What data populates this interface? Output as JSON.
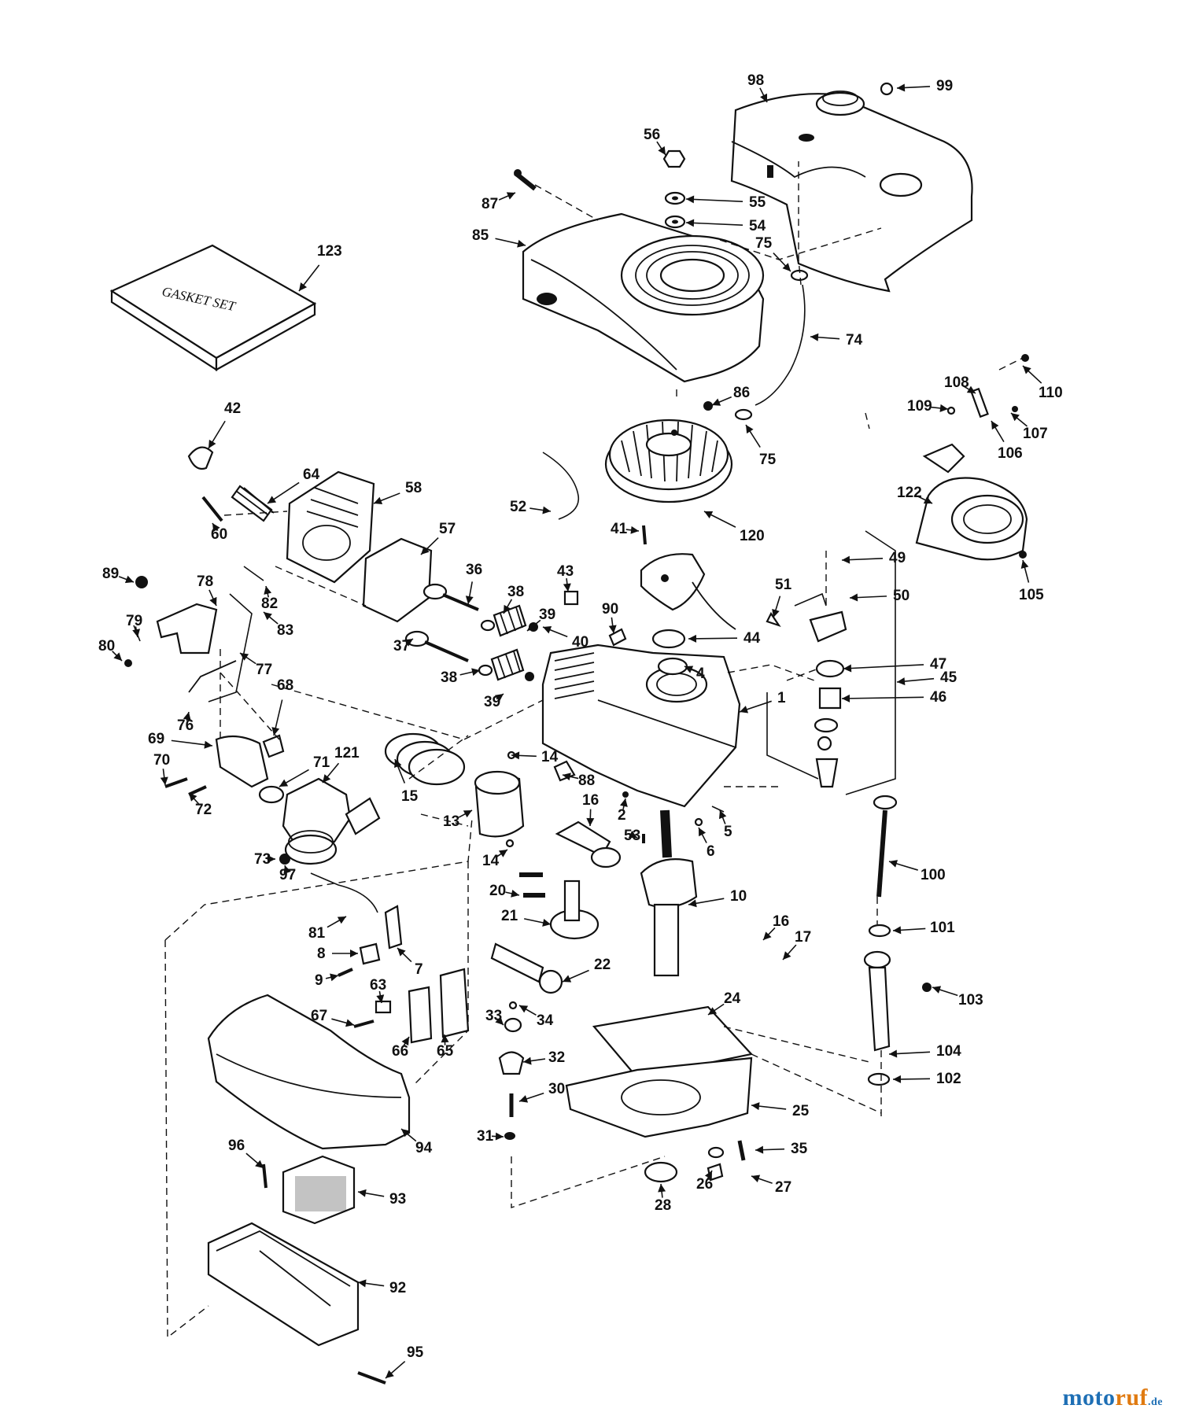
{
  "gasket_set_text": "GASKET SET",
  "watermark": {
    "part1": "moto",
    "part2": "ruf",
    "part3": ".de"
  },
  "labels": [
    {
      "id": "98",
      "text": "98"
    },
    {
      "id": "99",
      "text": "99"
    },
    {
      "id": "56",
      "text": "56"
    },
    {
      "id": "55",
      "text": "55"
    },
    {
      "id": "54",
      "text": "54"
    },
    {
      "id": "87",
      "text": "87"
    },
    {
      "id": "85",
      "text": "85"
    },
    {
      "id": "75a",
      "text": "75"
    },
    {
      "id": "123",
      "text": "123"
    },
    {
      "id": "74",
      "text": "74"
    },
    {
      "id": "86",
      "text": "86"
    },
    {
      "id": "75b",
      "text": "75"
    },
    {
      "id": "110",
      "text": "110"
    },
    {
      "id": "108",
      "text": "108"
    },
    {
      "id": "109",
      "text": "109"
    },
    {
      "id": "107",
      "text": "107"
    },
    {
      "id": "106",
      "text": "106"
    },
    {
      "id": "42",
      "text": "42"
    },
    {
      "id": "64",
      "text": "64"
    },
    {
      "id": "58",
      "text": "58"
    },
    {
      "id": "52",
      "text": "52"
    },
    {
      "id": "41",
      "text": "41"
    },
    {
      "id": "120",
      "text": "120"
    },
    {
      "id": "122",
      "text": "122"
    },
    {
      "id": "60",
      "text": "60"
    },
    {
      "id": "57",
      "text": "57"
    },
    {
      "id": "49",
      "text": "49"
    },
    {
      "id": "105",
      "text": "105"
    },
    {
      "id": "89",
      "text": "89"
    },
    {
      "id": "36",
      "text": "36"
    },
    {
      "id": "43",
      "text": "43"
    },
    {
      "id": "51",
      "text": "51"
    },
    {
      "id": "50",
      "text": "50"
    },
    {
      "id": "78",
      "text": "78"
    },
    {
      "id": "82",
      "text": "82"
    },
    {
      "id": "83",
      "text": "83"
    },
    {
      "id": "38a",
      "text": "38"
    },
    {
      "id": "90",
      "text": "90"
    },
    {
      "id": "79",
      "text": "79"
    },
    {
      "id": "39a",
      "text": "39"
    },
    {
      "id": "80",
      "text": "80"
    },
    {
      "id": "37",
      "text": "37"
    },
    {
      "id": "40",
      "text": "40"
    },
    {
      "id": "44",
      "text": "44"
    },
    {
      "id": "77",
      "text": "77"
    },
    {
      "id": "4",
      "text": "4"
    },
    {
      "id": "47",
      "text": "47"
    },
    {
      "id": "38b",
      "text": "38"
    },
    {
      "id": "45",
      "text": "45"
    },
    {
      "id": "68",
      "text": "68"
    },
    {
      "id": "39b",
      "text": "39"
    },
    {
      "id": "46",
      "text": "46"
    },
    {
      "id": "1",
      "text": "1"
    },
    {
      "id": "76",
      "text": "76"
    },
    {
      "id": "69",
      "text": "69"
    },
    {
      "id": "14a",
      "text": "14"
    },
    {
      "id": "71",
      "text": "71"
    },
    {
      "id": "121",
      "text": "121"
    },
    {
      "id": "70",
      "text": "70"
    },
    {
      "id": "88",
      "text": "88"
    },
    {
      "id": "15",
      "text": "15"
    },
    {
      "id": "16a",
      "text": "16"
    },
    {
      "id": "72",
      "text": "72"
    },
    {
      "id": "2",
      "text": "2"
    },
    {
      "id": "13",
      "text": "13"
    },
    {
      "id": "5",
      "text": "5"
    },
    {
      "id": "53",
      "text": "53"
    },
    {
      "id": "6",
      "text": "6"
    },
    {
      "id": "73",
      "text": "73"
    },
    {
      "id": "14b",
      "text": "14"
    },
    {
      "id": "97",
      "text": "97"
    },
    {
      "id": "100",
      "text": "100"
    },
    {
      "id": "20",
      "text": "20"
    },
    {
      "id": "10",
      "text": "10"
    },
    {
      "id": "21",
      "text": "21"
    },
    {
      "id": "101",
      "text": "101"
    },
    {
      "id": "81",
      "text": "81"
    },
    {
      "id": "16b",
      "text": "16"
    },
    {
      "id": "8",
      "text": "8"
    },
    {
      "id": "17",
      "text": "17"
    },
    {
      "id": "7",
      "text": "7"
    },
    {
      "id": "22",
      "text": "22"
    },
    {
      "id": "9",
      "text": "9"
    },
    {
      "id": "63",
      "text": "63"
    },
    {
      "id": "103",
      "text": "103"
    },
    {
      "id": "24",
      "text": "24"
    },
    {
      "id": "67",
      "text": "67"
    },
    {
      "id": "33",
      "text": "33"
    },
    {
      "id": "34",
      "text": "34"
    },
    {
      "id": "66",
      "text": "66"
    },
    {
      "id": "65",
      "text": "65"
    },
    {
      "id": "104",
      "text": "104"
    },
    {
      "id": "32",
      "text": "32"
    },
    {
      "id": "102",
      "text": "102"
    },
    {
      "id": "30",
      "text": "30"
    },
    {
      "id": "25",
      "text": "25"
    },
    {
      "id": "96",
      "text": "96"
    },
    {
      "id": "31",
      "text": "31"
    },
    {
      "id": "94",
      "text": "94"
    },
    {
      "id": "35",
      "text": "35"
    },
    {
      "id": "93",
      "text": "93"
    },
    {
      "id": "26",
      "text": "26"
    },
    {
      "id": "27",
      "text": "27"
    },
    {
      "id": "28",
      "text": "28"
    },
    {
      "id": "92",
      "text": "92"
    },
    {
      "id": "95",
      "text": "95"
    }
  ]
}
